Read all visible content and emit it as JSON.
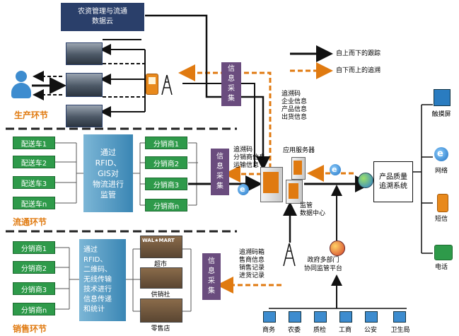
{
  "cloud": {
    "label": "农资管理与流通\n数据云"
  },
  "legend": {
    "top_down": "自上而下的跟踪",
    "bottom_up": "自下而上的追溯"
  },
  "sections": {
    "production": "生产环节",
    "circulation": "流通环节",
    "sales": "销售环节"
  },
  "collect_label": "信息采集",
  "trace_info_production": [
    "追溯码",
    "企业信息",
    "产品信息",
    "出货信息"
  ],
  "trace_info_circulation": [
    "追溯码",
    "分销商信息",
    "运输信息"
  ],
  "trace_info_sales": [
    "追溯码箱",
    "售商信息",
    "销售记录",
    "进货记录"
  ],
  "delivery_cars": [
    "配送车1",
    "配送车2",
    "配送车3",
    "配送车n"
  ],
  "gis_box": "通过\nRFID、\nGIS对\n物流进行\n监管",
  "distributors_mid": [
    "分销商1",
    "分销商2",
    "分销商3",
    "分销商n"
  ],
  "distributors_sales": [
    "分销商1",
    "分销商2",
    "分销商3",
    "分销商n"
  ],
  "wireless_box": "通过\nRFID、\n二维码、\n无线传输\n技术进行\n信息传递\n和统计",
  "stores": [
    "超市",
    "供销社",
    "零售店"
  ],
  "walmart_sign": "WAL★MART",
  "servers": {
    "app_server": "应用服务器",
    "data_center": "监管\n数据中心"
  },
  "trace_system": "产品质量\n追溯系统",
  "terminals": [
    "触摸屏",
    "网络",
    "短信",
    "电话"
  ],
  "gov_platform": "政府多部门\n协同监管平台",
  "departments": [
    "商务",
    "农委",
    "质检",
    "工商",
    "公安",
    "卫生局"
  ],
  "colors": {
    "navy": "#2a3f6a",
    "orange": "#e07a10",
    "green": "#2e9a4a",
    "purple": "#6a4c7e"
  }
}
